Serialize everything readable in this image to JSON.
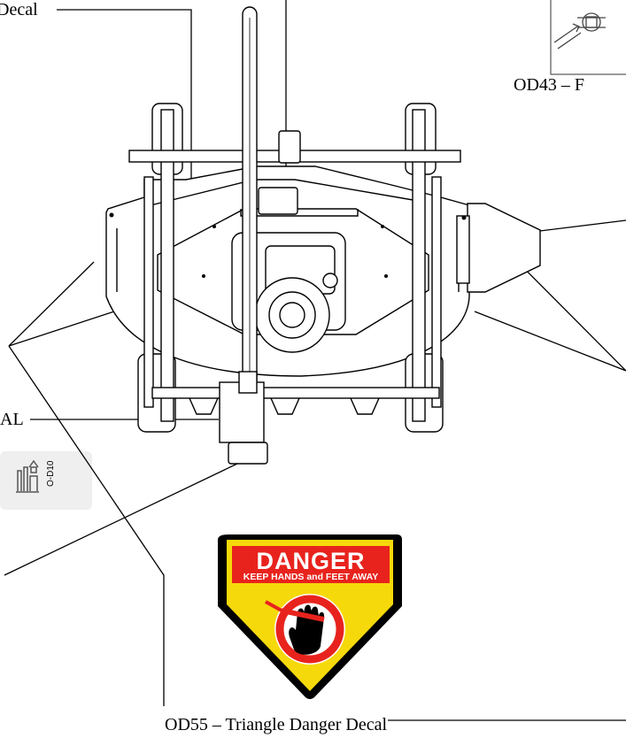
{
  "labels": {
    "decal_partial": "Decal",
    "od43_partial": "OD43 – F",
    "al_partial": "AL",
    "od55": "OD55 – Triangle Danger Decal"
  },
  "od10_decal": {
    "code": "O-D10"
  },
  "danger_decal": {
    "title": "DANGER",
    "subtitle": "KEEP HANDS and FEET AWAY",
    "icon": "hand-prohibited-icon",
    "colors": {
      "header": "#e8231d",
      "body": "#f6d90a",
      "border": "#000000",
      "inner": "#ffffff"
    }
  },
  "od43_decal": {
    "icon": "filter-arrow-icon"
  }
}
